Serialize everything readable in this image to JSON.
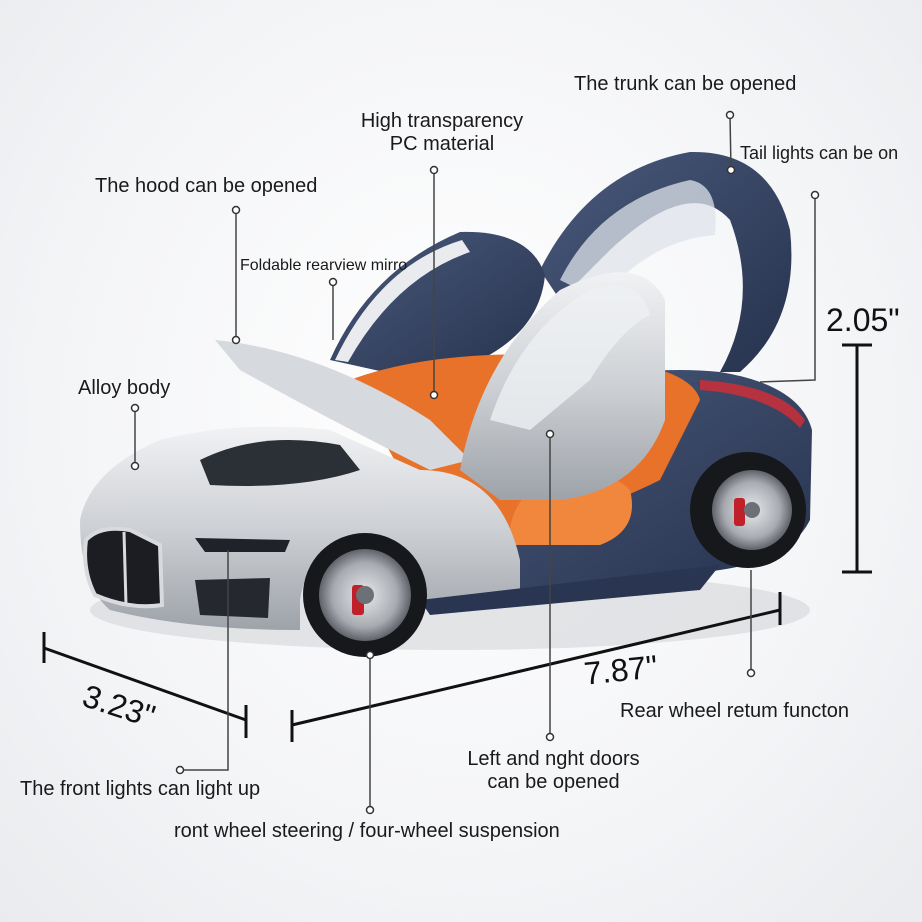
{
  "annotations": {
    "trunk": "The trunk can be opened",
    "pc_material_line1": "High transparency",
    "pc_material_line2": "PC material",
    "tail_lights": "Tail lights can be on",
    "hood": "The hood can be opened",
    "mirror": "Foldable rearview mirro",
    "alloy": "Alloy body",
    "rear_wheel": "Rear wheel retum functon",
    "doors_line1": "Left and nght doors",
    "doors_line2": "can be opened",
    "front_lights": "The front lights can light up",
    "steering": "ront wheel steering / four-wheel suspension"
  },
  "dimensions": {
    "height": "2.05\"",
    "length": "7.87\"",
    "width": "3.23\""
  },
  "colors": {
    "body_silver": "#c9ccd0",
    "body_navy": "#2e3d5c",
    "interior_orange": "#e8722a",
    "caliper_red": "#c0202a"
  }
}
